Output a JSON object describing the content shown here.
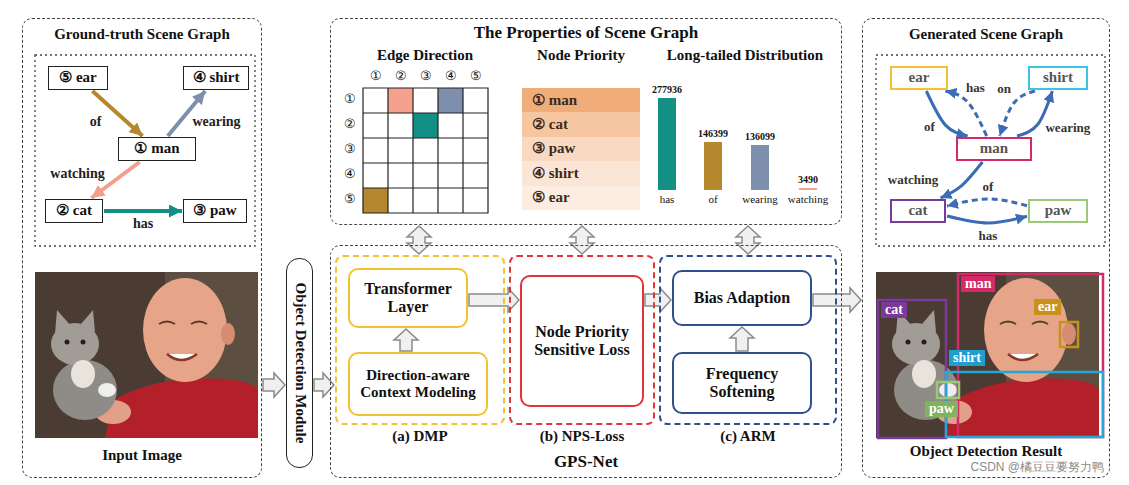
{
  "diagram": {
    "nodes": [
      {
        "text": [
          "Ground-truth Scene Graph",
          "Input Image"
        ]
      },
      {
        "text": [
          "⑤ ear"
        ],
        "in": 0
      },
      {
        "text": [
          "④ shirt"
        ],
        "in": 0
      },
      {
        "text": [
          "① man"
        ],
        "in": 0
      },
      {
        "text": [
          "② cat"
        ],
        "in": 0
      },
      {
        "text": [
          "③ paw"
        ],
        "in": 0
      },
      {
        "text": [
          "The Properties of Scene Graph"
        ]
      },
      {
        "text": [
          "① man"
        ],
        "in": 6
      },
      {
        "text": [
          "② cat"
        ],
        "in": 6
      },
      {
        "text": [
          "③ paw"
        ],
        "in": 6
      },
      {
        "text": [
          "④ shirt"
        ],
        "in": 6
      },
      {
        "text": [
          "⑤ ear"
        ],
        "in": 6
      },
      {
        "text": [
          "Object Detection Module"
        ]
      },
      {
        "text": [
          "GPS-Net"
        ]
      },
      {
        "text": [
          "(a) DMP"
        ],
        "in": 13
      },
      {
        "text": [
          "Transformer Layer"
        ],
        "in": 14
      },
      {
        "text": [
          "Direction-aware Context Modeling"
        ],
        "in": 14
      },
      {
        "text": [
          "(b) NPS-Loss"
        ],
        "in": 13
      },
      {
        "text": [
          "Node Priority Sensitive Loss"
        ],
        "in": 17
      },
      {
        "text": [
          "(c) ARM"
        ],
        "in": 13
      },
      {
        "text": [
          "Bias Adaption"
        ],
        "in": 19
      },
      {
        "text": [
          "Frequency Softening"
        ],
        "in": 19
      },
      {
        "text": [
          "Generated Scene Graph",
          "Object Detection Result"
        ]
      },
      {
        "text": [
          "ear"
        ],
        "in": 22
      },
      {
        "text": [
          "shirt"
        ],
        "in": 22
      },
      {
        "text": [
          "man"
        ],
        "in": 22
      },
      {
        "text": [
          "cat"
        ],
        "in": 22
      },
      {
        "text": [
          "paw"
        ],
        "in": 22
      }
    ],
    "edges": [
      {
        "from": 1,
        "to": 3,
        "label": "of",
        "arrow": "to"
      },
      {
        "from": 3,
        "to": 2,
        "label": "wearing",
        "arrow": "to"
      },
      {
        "from": 3,
        "to": 4,
        "label": "watching",
        "arrow": "to"
      },
      {
        "from": 4,
        "to": 5,
        "label": "has",
        "arrow": "to"
      },
      {
        "from": 0,
        "to": 12,
        "arrow": "to"
      },
      {
        "from": 12,
        "to": 14,
        "arrow": "to"
      },
      {
        "from": 16,
        "to": 15,
        "arrow": "to"
      },
      {
        "from": 15,
        "to": 18,
        "arrow": "to"
      },
      {
        "from": 18,
        "to": 20,
        "arrow": "to"
      },
      {
        "from": 21,
        "to": 20,
        "arrow": "to"
      },
      {
        "from": 20,
        "to": 22,
        "arrow": "to"
      },
      {
        "from": 6,
        "to": 14,
        "arrow": "both"
      },
      {
        "from": 6,
        "to": 17,
        "arrow": "both"
      },
      {
        "from": 6,
        "to": 19,
        "arrow": "both"
      },
      {
        "from": 23,
        "to": 25,
        "label": "of",
        "arrow": "to"
      },
      {
        "from": 25,
        "to": 23,
        "label": "has",
        "arrow": "to"
      },
      {
        "from": 24,
        "to": 25,
        "label": "on",
        "arrow": "to"
      },
      {
        "from": 25,
        "to": 24,
        "label": "wearing",
        "arrow": "to"
      },
      {
        "from": 25,
        "to": 26,
        "label": "watching",
        "arrow": "to"
      },
      {
        "from": 26,
        "to": 27,
        "label": "has",
        "arrow": "to"
      },
      {
        "from": 27,
        "to": 26,
        "label": "of",
        "arrow": "to"
      }
    ],
    "labels": [
      "Edge Direction",
      "①",
      "②",
      "③",
      "④",
      "⑤",
      "①",
      "②",
      "③",
      "④",
      "⑤",
      "Node Priority",
      "Long-tailed Distribution",
      "277936",
      "146399",
      "136099",
      "3490",
      "has",
      "of",
      "wearing",
      "watching",
      "cat",
      "man",
      "shirt",
      "ear",
      "paw",
      "CSDN @橘豆豆要努力鸭"
    ]
  }
}
